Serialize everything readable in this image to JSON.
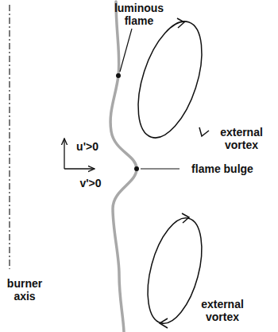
{
  "diagram": {
    "labels": [
      "luminous flame",
      "external vortex",
      "u'>0",
      "v'>0",
      "flame bulge",
      "burner axis",
      "external vortex"
    ]
  }
}
